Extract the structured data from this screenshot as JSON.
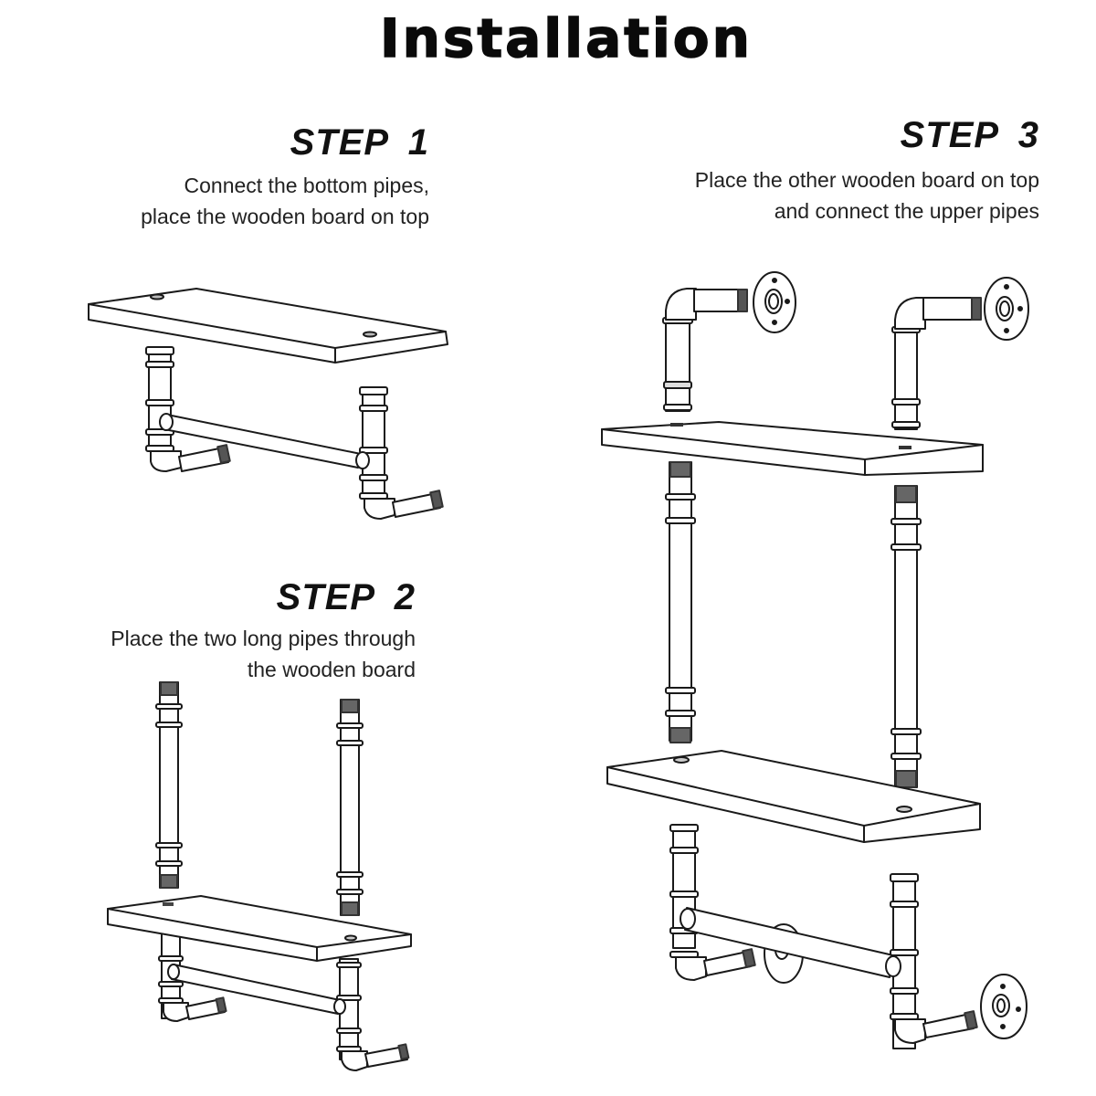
{
  "page": {
    "title": "Installation"
  },
  "steps": [
    {
      "heading": "STEP  1",
      "lines": [
        "Connect the bottom pipes,",
        "place the wooden board on top"
      ]
    },
    {
      "heading": "STEP  2",
      "lines": [
        "Place the two long pipes through",
        "the wooden board"
      ]
    },
    {
      "heading": "STEP  3",
      "lines": [
        "Place the other wooden board on top",
        "and connect the upper pipes"
      ]
    }
  ],
  "illustrations": {
    "step1": "wooden board above assembled bottom pipe frame with elbows and tee fittings",
    "step2": "two long threaded pipes above wooden board resting on bottom pipe frame",
    "step3": "exploded shelf: upper elbow pipes with wall flanges, top board, two long pipes, bottom board, bottom frame with flanges"
  },
  "colors": {
    "line": "#1a1a1a",
    "thread": "#555555",
    "background": "#ffffff"
  }
}
